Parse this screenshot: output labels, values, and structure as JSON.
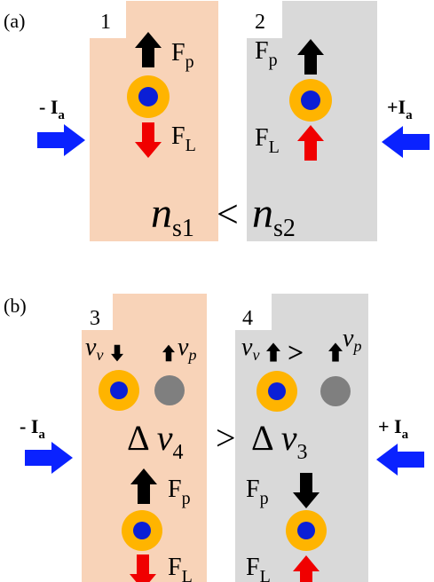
{
  "panel_a": {
    "label": "(a)",
    "left_block": {
      "number": "1",
      "force_p": "F",
      "force_p_sub": "p",
      "force_l": "F",
      "force_l_sub": "L"
    },
    "right_block": {
      "number": "2",
      "force_p": "F",
      "force_p_sub": "p",
      "force_l": "F",
      "force_l_sub": "L"
    },
    "left_current": {
      "sign": "- ",
      "symbol": "I",
      "sub": "a"
    },
    "right_current": {
      "sign": "+",
      "symbol": "I",
      "sub": "a"
    },
    "relation": {
      "lhs": "n",
      "lhs_sub": "s1",
      "op": "<",
      "rhs": "n",
      "rhs_sub": "s2"
    }
  },
  "panel_b": {
    "label": "(b)",
    "left_block": {
      "number": "3",
      "force_p": "F",
      "force_p_sub": "p",
      "force_l": "F",
      "force_l_sub": "L"
    },
    "right_block": {
      "number": "4",
      "force_p": "F",
      "force_p_sub": "p",
      "force_l": "F",
      "force_l_sub": "L"
    },
    "left_current": {
      "sign": "- ",
      "symbol": "I",
      "sub": "a"
    },
    "right_current": {
      "sign": "+ ",
      "symbol": "I",
      "sub": "a"
    },
    "velocity_left": {
      "v_v": "v",
      "v_v_sub": "v",
      "v_p": "v",
      "v_p_sub": "p"
    },
    "velocity_right": {
      "v_v": "v",
      "v_v_sub": "v",
      "gt": ">",
      "v_p": "v",
      "v_p_sub": "p"
    },
    "relation": {
      "lhs": "Δ",
      "lhs_var": "v",
      "lhs_sub": "4",
      "op": ">",
      "rhs": "Δ",
      "rhs_var": "v",
      "rhs_sub": "3"
    }
  },
  "colors": {
    "left_block": "#f8d3b8",
    "right_block": "#d9d9d9",
    "vortex_ring": "#ffb400",
    "vortex_core": "#0b1fd6",
    "particle": "#7f7f7f",
    "current_arrow": "#0a22ff",
    "lorentz_arrow": "#f00000",
    "pinning_arrow": "#000000"
  }
}
